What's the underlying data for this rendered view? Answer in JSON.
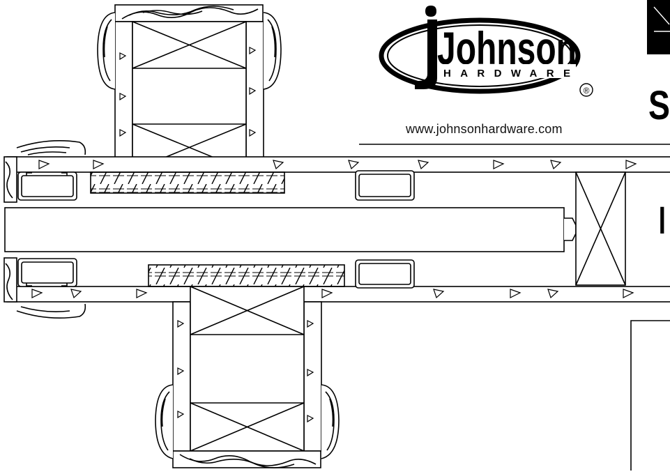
{
  "brand": {
    "name": "Johnson",
    "subtitle": "HARDWARE",
    "registered_mark": "®"
  },
  "website": "www.johnsonhardware.com",
  "side_text": {
    "top_letter": "S",
    "middle_letter": "I"
  },
  "colors": {
    "ink": "#000000",
    "paper": "#ffffff"
  }
}
